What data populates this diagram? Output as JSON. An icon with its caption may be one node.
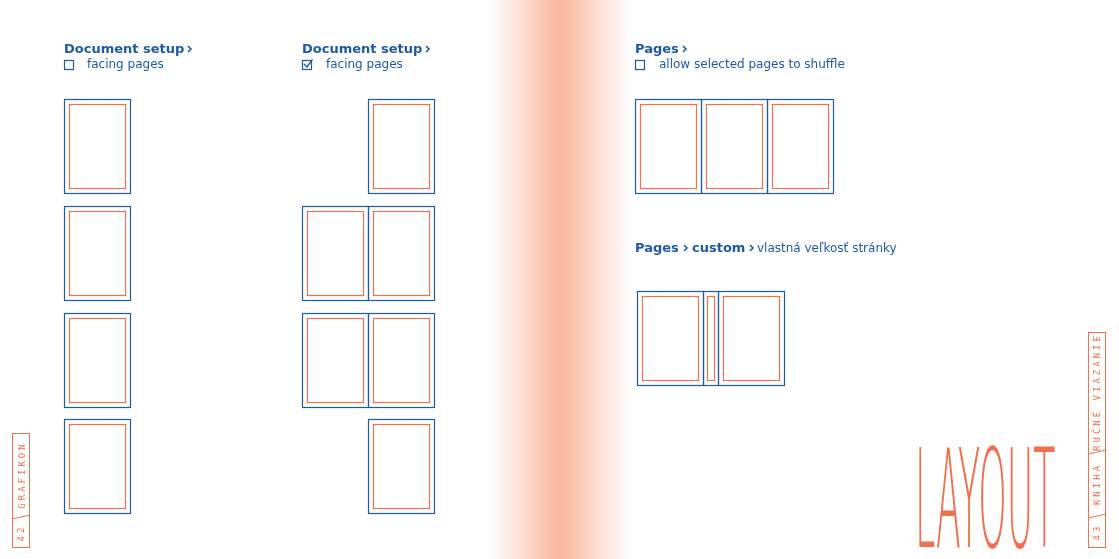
{
  "diagram": {
    "labels": [
      "Document setup",
      "facing pages",
      "Document setup",
      "facing pages",
      "Pages",
      "allow selected pages to shuffle",
      "Pages",
      "custom",
      "vlastná veľkosť stránky",
      "GRAFIKON",
      "42",
      "LAYOUT",
      "RUČNÉ VIAZANIE",
      "KNIHA",
      "43"
    ]
  }
}
